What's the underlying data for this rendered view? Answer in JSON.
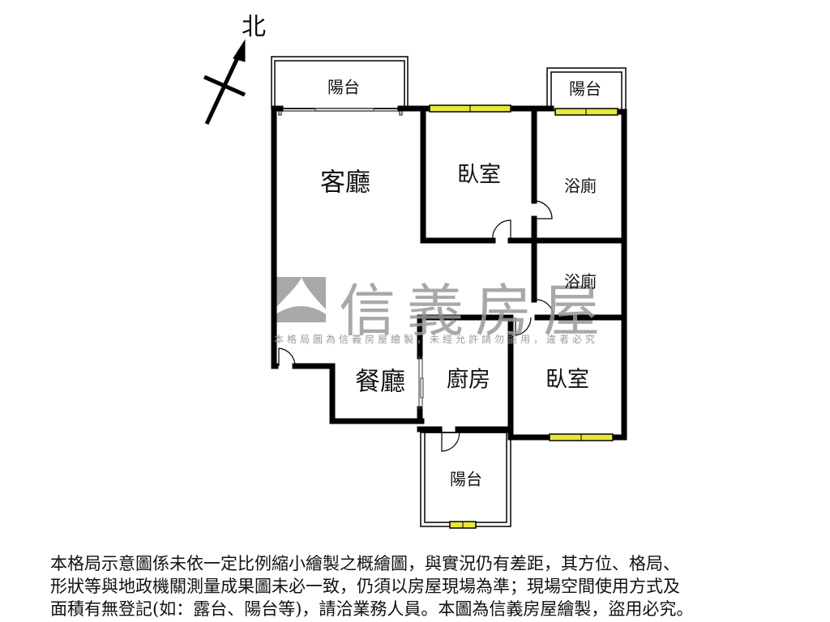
{
  "compass": {
    "label": "北",
    "icon": "north-arrow-icon"
  },
  "watermark": {
    "brand": "信義房屋",
    "logo_icon": "sinyi-logo-icon",
    "notice": "本格局圖為信義房屋繪製，未經允許請勿盜用，違者必究"
  },
  "rooms": [
    {
      "id": "balcony-north",
      "label": "陽台"
    },
    {
      "id": "balcony-northeast",
      "label": "陽台"
    },
    {
      "id": "living-room",
      "label": "客廳"
    },
    {
      "id": "bedroom-north",
      "label": "臥室"
    },
    {
      "id": "bathroom-north",
      "label": "浴廁"
    },
    {
      "id": "bathroom-middle",
      "label": "浴廁"
    },
    {
      "id": "dining-room",
      "label": "餐廳"
    },
    {
      "id": "kitchen",
      "label": "廚房"
    },
    {
      "id": "bedroom-south",
      "label": "臥室"
    },
    {
      "id": "balcony-south",
      "label": "陽台"
    }
  ],
  "colors": {
    "wall": "#000000",
    "window": "#e8e83a",
    "watermark": "#9a9a9a"
  },
  "disclaimer": {
    "lines": [
      "本格局示意圖係未依一定比例縮小繪製之概繪圖，與實況仍有差距，其方位、格局、",
      "形狀等與地政機關測量成果圖未必一致，仍須以房屋現場為準；現場空間使用方式及",
      "面積有無登記(如：露台、陽台等)，請洽業務人員。本圖為信義房屋繪製，盜用必究。"
    ]
  }
}
